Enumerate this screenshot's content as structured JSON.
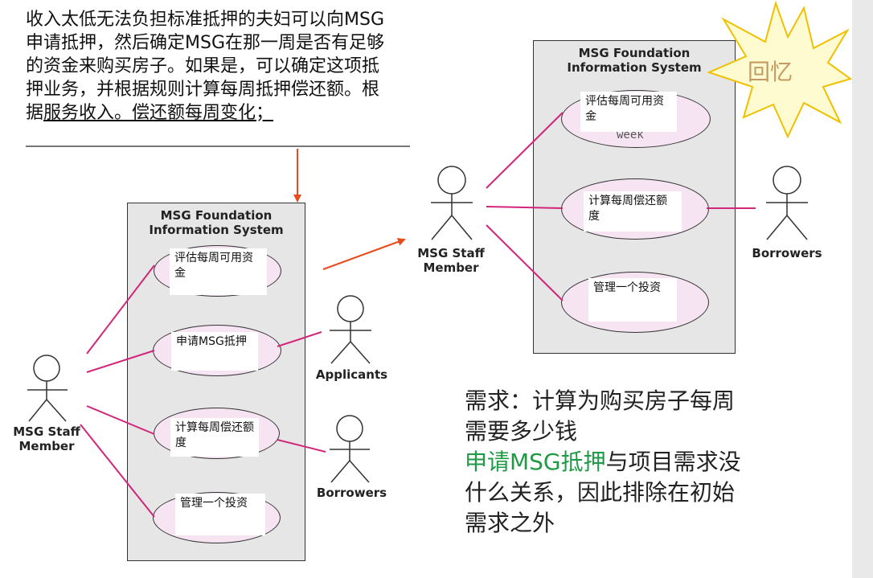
{
  "intro": {
    "line1": "收入太低无法负担标准抵押的夫妇可以向MSG",
    "line2": "申请抵押，然后确定MSG在那一周是否有足够",
    "line3": "的资金来购买房子。如果是，可以确定这项抵",
    "line4": "押业务，并根据规则计算每周抵押偿还额。根",
    "line5_prefix": "据",
    "line5_underlined": "服务收入。偿还额每周变化；"
  },
  "left_diagram": {
    "system_title_1": "MSG Foundation",
    "system_title_2": "Information System",
    "actor_staff_1": "MSG Staff",
    "actor_staff_2": "Member",
    "actor_applicants": "Applicants",
    "actor_borrowers": "Borrowers",
    "uc1": "评估每周可用资金",
    "uc2": "申请MSG抵押",
    "uc3": "计算每周偿还额度",
    "uc4": "管理一个投资"
  },
  "right_diagram": {
    "system_title_1": "MSG Foundation",
    "system_title_2": "Information System",
    "actor_staff_1": "MSG Staff",
    "actor_staff_2": "Member",
    "actor_borrowers": "Borrowers",
    "uc1": "评估每周可用资金",
    "uc1_ghost": "week",
    "uc2": "计算每周偿还额度",
    "uc3": "管理一个投资"
  },
  "memory_badge": "回忆",
  "requirement": {
    "line1": "需求：计算为购买房子每周",
    "line2": "需要多少钱",
    "line3_green": "申请MSG抵押",
    "line3_rest": "与项目需求没",
    "line4": "什么关系，因此排除在初始",
    "line5": "需求之外"
  },
  "colors": {
    "connector": "#d2267a",
    "arrow": "#e84b1c",
    "highlight": "#1f9a45",
    "badge_fill": "#fffbd0",
    "badge_stroke": "#f0c000"
  }
}
